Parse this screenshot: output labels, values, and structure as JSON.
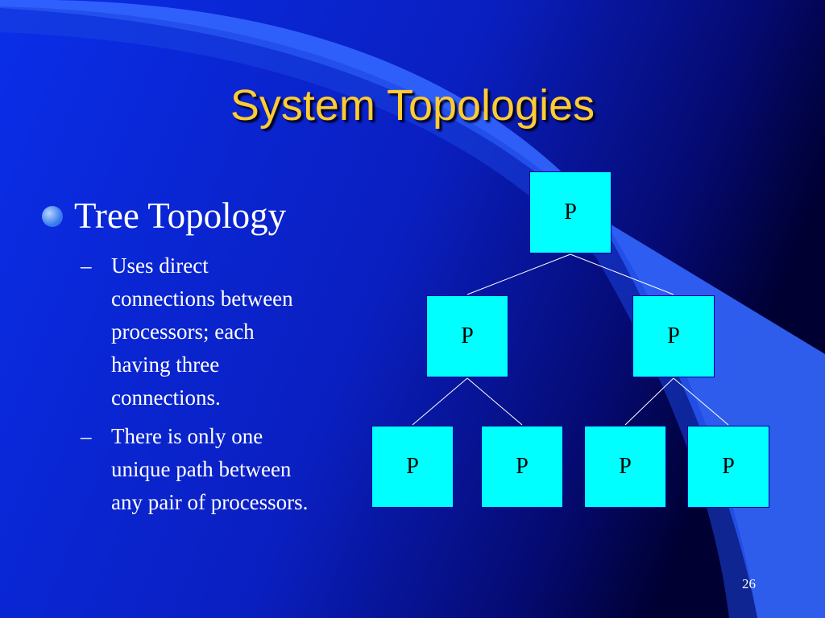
{
  "slide": {
    "title": "System Topologies",
    "bullet": "Tree Topology",
    "sub_bullets": [
      {
        "dash": "–",
        "text": "Uses direct\nconnections between\nprocessors; each\nhaving three\nconnections."
      },
      {
        "dash": "–",
        "text": "There is only one\nunique path between\nany pair of processors."
      }
    ],
    "page_number": "26"
  },
  "tree": {
    "nodes": [
      {
        "label": "P"
      },
      {
        "label": "P"
      },
      {
        "label": "P"
      },
      {
        "label": "P"
      },
      {
        "label": "P"
      },
      {
        "label": "P"
      },
      {
        "label": "P"
      }
    ]
  },
  "colors": {
    "background_dark": "#000066",
    "background_blue": "#0033cc",
    "accent_band": "#3366ff",
    "title": "#ffcc33",
    "node_fill": "#00ffff",
    "text": "#ffffff"
  }
}
